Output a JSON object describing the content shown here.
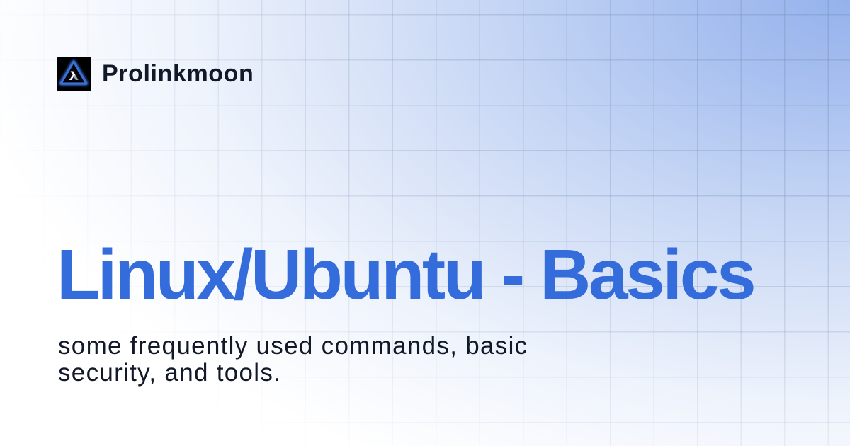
{
  "brand": {
    "name": "Prolinkmoon",
    "logo_icon": "triangle-lambda-logo-icon"
  },
  "hero": {
    "title": "Linux/Ubuntu - Basics",
    "subtitle_lines": [
      "some frequently used commands, basic",
      "security, and tools."
    ]
  },
  "colors": {
    "title": "#346ddb",
    "text": "#111827",
    "gradient_corner": "#95b2ec",
    "background": "#ffffff",
    "logo_glow": "#3a6fd8"
  }
}
